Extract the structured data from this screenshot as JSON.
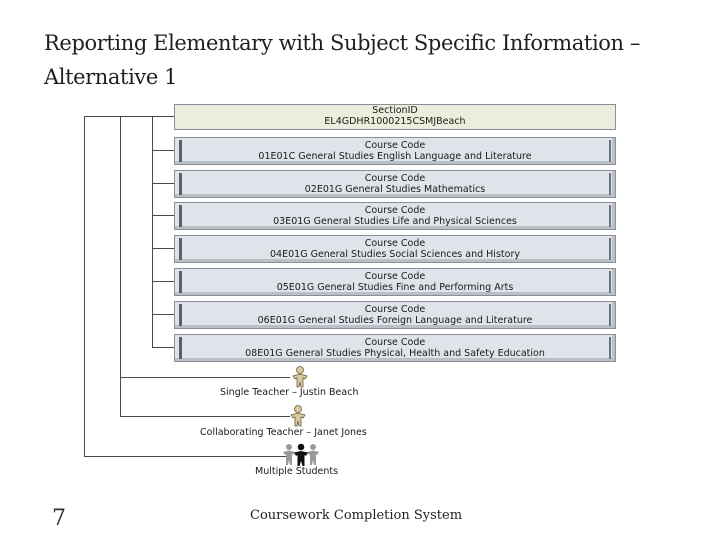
{
  "slide": {
    "title": "Reporting Elementary with Subject Specific Information – Alternative 1",
    "page_number": "7",
    "footer": "Coursework Completion System"
  },
  "diagram": {
    "section": {
      "label": "SectionID",
      "value": "EL4GDHR1000215CSMJBeach"
    },
    "courses": [
      {
        "label": "Course Code",
        "value": "01E01C General Studies English Language and Literature"
      },
      {
        "label": "Course Code",
        "value": "02E01G General Studies Mathematics"
      },
      {
        "label": "Course Code",
        "value": "03E01G General Studies Life and Physical Sciences"
      },
      {
        "label": "Course Code",
        "value": "04E01G General Studies Social Sciences and History"
      },
      {
        "label": "Course Code",
        "value": "05E01G General Studies Fine and Performing Arts"
      },
      {
        "label": "Course Code",
        "value": "06E01G General Studies Foreign Language and Literature"
      },
      {
        "label": "Course Code",
        "value": "08E01G General Studies Physical, Health and Safety Education"
      }
    ],
    "people": [
      {
        "label": "Single Teacher – Justin Beach",
        "icon": "teacher-person-icon"
      },
      {
        "label": "Collaborating Teacher – Janet Jones",
        "icon": "teacher-person-icon"
      },
      {
        "label": "Multiple Students",
        "icon": "students-group-icon"
      }
    ]
  }
}
